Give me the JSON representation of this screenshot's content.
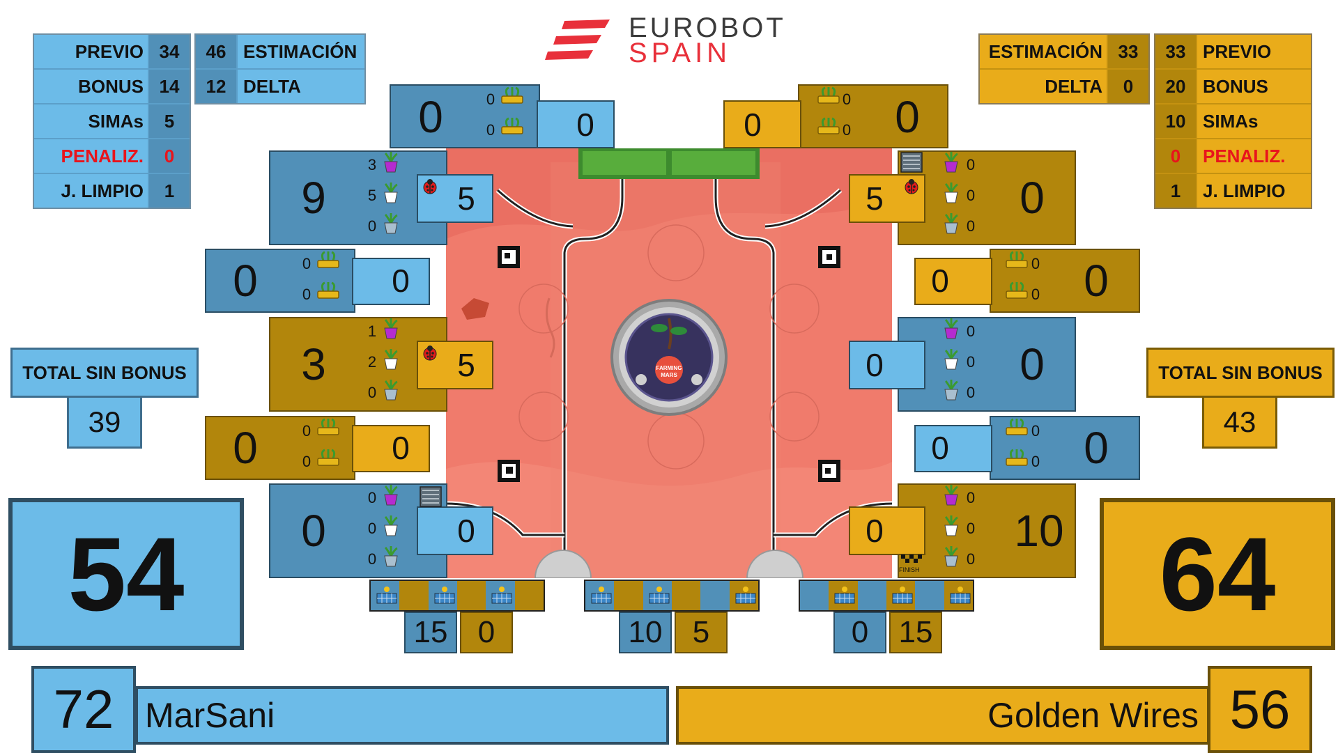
{
  "logo": {
    "line1": "EUROBOT",
    "line2": "SPAIN",
    "accent": "#e8303a"
  },
  "colors": {
    "blue_light": "#6cbbe8",
    "blue_dark": "#5190b8",
    "gold_light": "#e9ac1a",
    "gold_dark": "#b2860c",
    "penalty": "#e8141c",
    "field": "#f07b6c"
  },
  "blue": {
    "stats": [
      {
        "label": "PREVIO",
        "value": "34"
      },
      {
        "label": "BONUS",
        "value": "14"
      },
      {
        "label": "SIMAs",
        "value": "5"
      },
      {
        "label": "PENALIZ.",
        "value": "0"
      },
      {
        "label": "J. LIMPIO",
        "value": "1"
      }
    ],
    "extra": [
      {
        "value": "46",
        "label": "ESTIMACIÓN"
      },
      {
        "value": "12",
        "label": "DELTA"
      }
    ],
    "tsb_label": "TOTAL SIN BONUS",
    "tsb_value": "39",
    "total": "54",
    "secondary": "72",
    "team": "MarSani"
  },
  "gold": {
    "extra": [
      {
        "label": "ESTIMACIÓN",
        "value": "33"
      },
      {
        "label": "DELTA",
        "value": "0"
      }
    ],
    "stats": [
      {
        "value": "33",
        "label": "PREVIO"
      },
      {
        "value": "20",
        "label": "BONUS"
      },
      {
        "value": "10",
        "label": "SIMAs"
      },
      {
        "value": "0",
        "label": "PENALIZ."
      },
      {
        "value": "1",
        "label": "J. LIMPIO"
      }
    ],
    "tsb_label": "TOTAL SIN BONUS",
    "tsb_value": "43",
    "total": "64",
    "secondary": "56",
    "team": "Golden Wires"
  },
  "zones": {
    "top_blue": {
      "big": "0",
      "c1": "0",
      "c2": "0",
      "small": "0"
    },
    "top_gold": {
      "big": "0",
      "c1": "0",
      "c2": "0",
      "small": "0"
    },
    "bl1": {
      "big": "9",
      "c1": "3",
      "c2": "5",
      "c3": "0",
      "small": "5"
    },
    "bl2": {
      "big": "0",
      "c1": "0",
      "c2": "0",
      "small": "0"
    },
    "bl3": {
      "big": "3",
      "c1": "1",
      "c2": "2",
      "c3": "0",
      "small": "5"
    },
    "bl4": {
      "big": "0",
      "c1": "0",
      "c2": "0",
      "small": "0"
    },
    "bl5": {
      "big": "0",
      "c1": "0",
      "c2": "0",
      "c3": "0",
      "small": "0"
    },
    "gr1": {
      "big": "0",
      "c1": "0",
      "c2": "0",
      "c3": "0",
      "small": "5"
    },
    "gr2": {
      "big": "0",
      "c1": "0",
      "c2": "0",
      "small": "0"
    },
    "gr3": {
      "big": "0",
      "c1": "0",
      "c2": "0",
      "c3": "0",
      "small": "0"
    },
    "gr4": {
      "big": "0",
      "c1": "0",
      "c2": "0",
      "small": "0"
    },
    "gr5": {
      "big": "10",
      "c1": "0",
      "c2": "0",
      "c3": "0",
      "small": "0"
    }
  },
  "finish_label": "FINISH",
  "field_logo": {
    "line1": "FARMING",
    "line2": "MARS"
  },
  "solar": [
    {
      "blue": "15",
      "gold": "0"
    },
    {
      "blue": "10",
      "gold": "5"
    },
    {
      "blue": "0",
      "gold": "15"
    }
  ]
}
